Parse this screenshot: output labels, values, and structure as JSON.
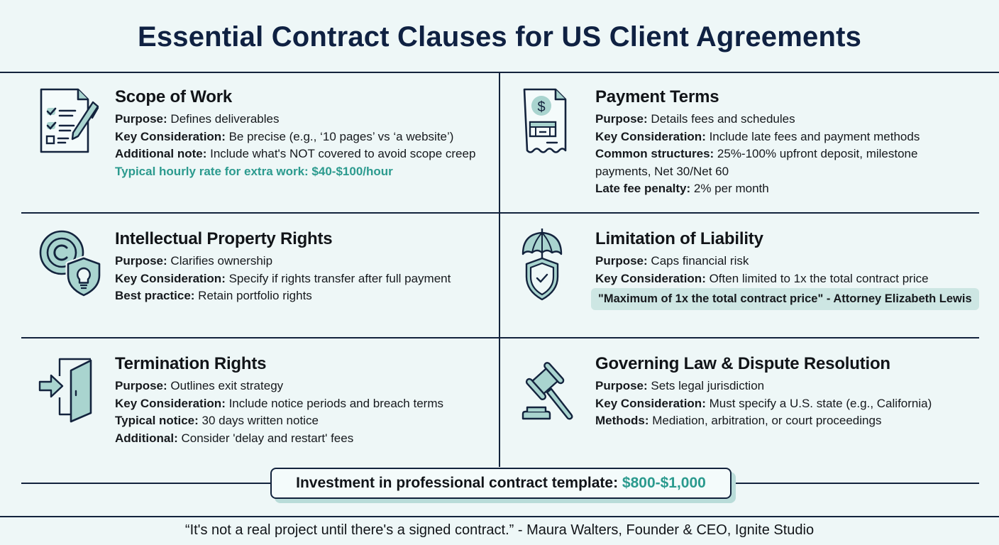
{
  "title": "Essential Contract Clauses for US Client Agreements",
  "colors": {
    "navy": "#0f2142",
    "line": "#13233d",
    "teal": "#2b9a8e",
    "icon_fill": "#a9d4cf",
    "background": "#eef7f7"
  },
  "sections": [
    {
      "icon": "checklist-document-pen-icon",
      "heading": "Scope of Work",
      "lines": [
        {
          "label": "Purpose:",
          "text": " Defines deliverables"
        },
        {
          "label": "Key Consideration:",
          "text": " Be precise (e.g., ‘10 pages’ vs ‘a website’)"
        },
        {
          "label": "Additional note:",
          "text": " Include what's NOT covered to avoid scope creep"
        }
      ],
      "highlight": "Typical hourly rate for extra work: $40-$100/hour"
    },
    {
      "icon": "invoice-dollar-icon",
      "heading": "Payment Terms",
      "lines": [
        {
          "label": "Purpose:",
          "text": " Details fees and schedules"
        },
        {
          "label": "Key Consideration:",
          "text": " Include late fees and payment methods"
        },
        {
          "label": "Common structures:",
          "text": " 25%-100% upfront deposit, milestone payments, Net 30/Net 60"
        },
        {
          "label": "Late fee penalty:",
          "text": " 2% per month"
        }
      ]
    },
    {
      "icon": "copyright-shield-lightbulb-icon",
      "heading": "Intellectual Property Rights",
      "lines": [
        {
          "label": "Purpose:",
          "text": " Clarifies ownership"
        },
        {
          "label": "Key Consideration:",
          "text": " Specify if rights transfer after full payment"
        },
        {
          "label": "Best practice:",
          "text": " Retain portfolio rights"
        }
      ]
    },
    {
      "icon": "umbrella-shield-check-icon",
      "heading": "Limitation of Liability",
      "lines": [
        {
          "label": "Purpose:",
          "text": " Caps financial risk"
        },
        {
          "label": "Key Consideration:",
          "text": " Often limited to 1x the total contract price"
        }
      ],
      "quote": "\"Maximum of 1x the total contract price\" - Attorney Elizabeth Lewis"
    },
    {
      "icon": "door-exit-arrow-icon",
      "heading": "Termination Rights",
      "lines": [
        {
          "label": "Purpose:",
          "text": " Outlines exit strategy"
        },
        {
          "label": "Key Consideration:",
          "text": " Include notice periods and breach terms"
        },
        {
          "label": "Typical notice:",
          "text": " 30 days written notice"
        },
        {
          "label": "Additional:",
          "text": " Consider 'delay and restart' fees"
        }
      ]
    },
    {
      "icon": "gavel-icon",
      "heading": "Governing Law & Dispute Resolution",
      "lines": [
        {
          "label": "Purpose:",
          "text": " Sets legal jurisdiction"
        },
        {
          "label": "Key Consideration:",
          "text": " Must specify a U.S. state (e.g., California)"
        },
        {
          "label": "Methods:",
          "text": " Mediation, arbitration, or court proceedings"
        }
      ]
    }
  ],
  "investment": {
    "label": "Investment in professional contract template: ",
    "amount": "$800-$1,000"
  },
  "footer_quote": "“It's not a real project until there's a signed contract.” - Maura Walters, Founder & CEO, Ignite Studio"
}
